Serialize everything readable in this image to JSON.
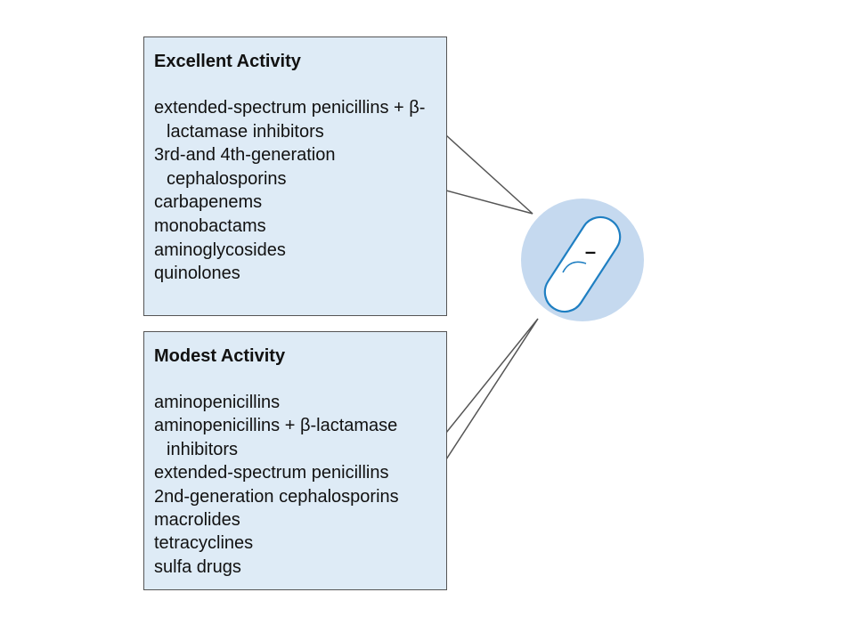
{
  "panels": {
    "excellent": {
      "heading": "Excellent Activity",
      "items": [
        "extended-spectrum penicillins + β-lactamase inhibitors",
        "3rd-and 4th-generation cephalosporins",
        "carbapenems",
        "monobactams",
        "aminoglycosides",
        "quinolones"
      ]
    },
    "modest": {
      "heading": "Modest Activity",
      "items": [
        "aminopenicillins",
        "aminopenicillins + β-lactamase inhibitors",
        "extended-spectrum penicillins",
        "2nd-generation cephalosporins",
        "macrolides",
        "tetracyclines",
        "sulfa drugs"
      ]
    }
  },
  "bacterium": {
    "gram_sign": "–"
  },
  "colors": {
    "panel_fill": "#deebf6",
    "panel_border": "#555555",
    "disc_fill": "#c5d9ef",
    "bacterium_outline": "#1f7fc2",
    "bacterium_fill": "#ffffff"
  },
  "icons": {
    "bacterium": "rod-bacterium-icon"
  }
}
